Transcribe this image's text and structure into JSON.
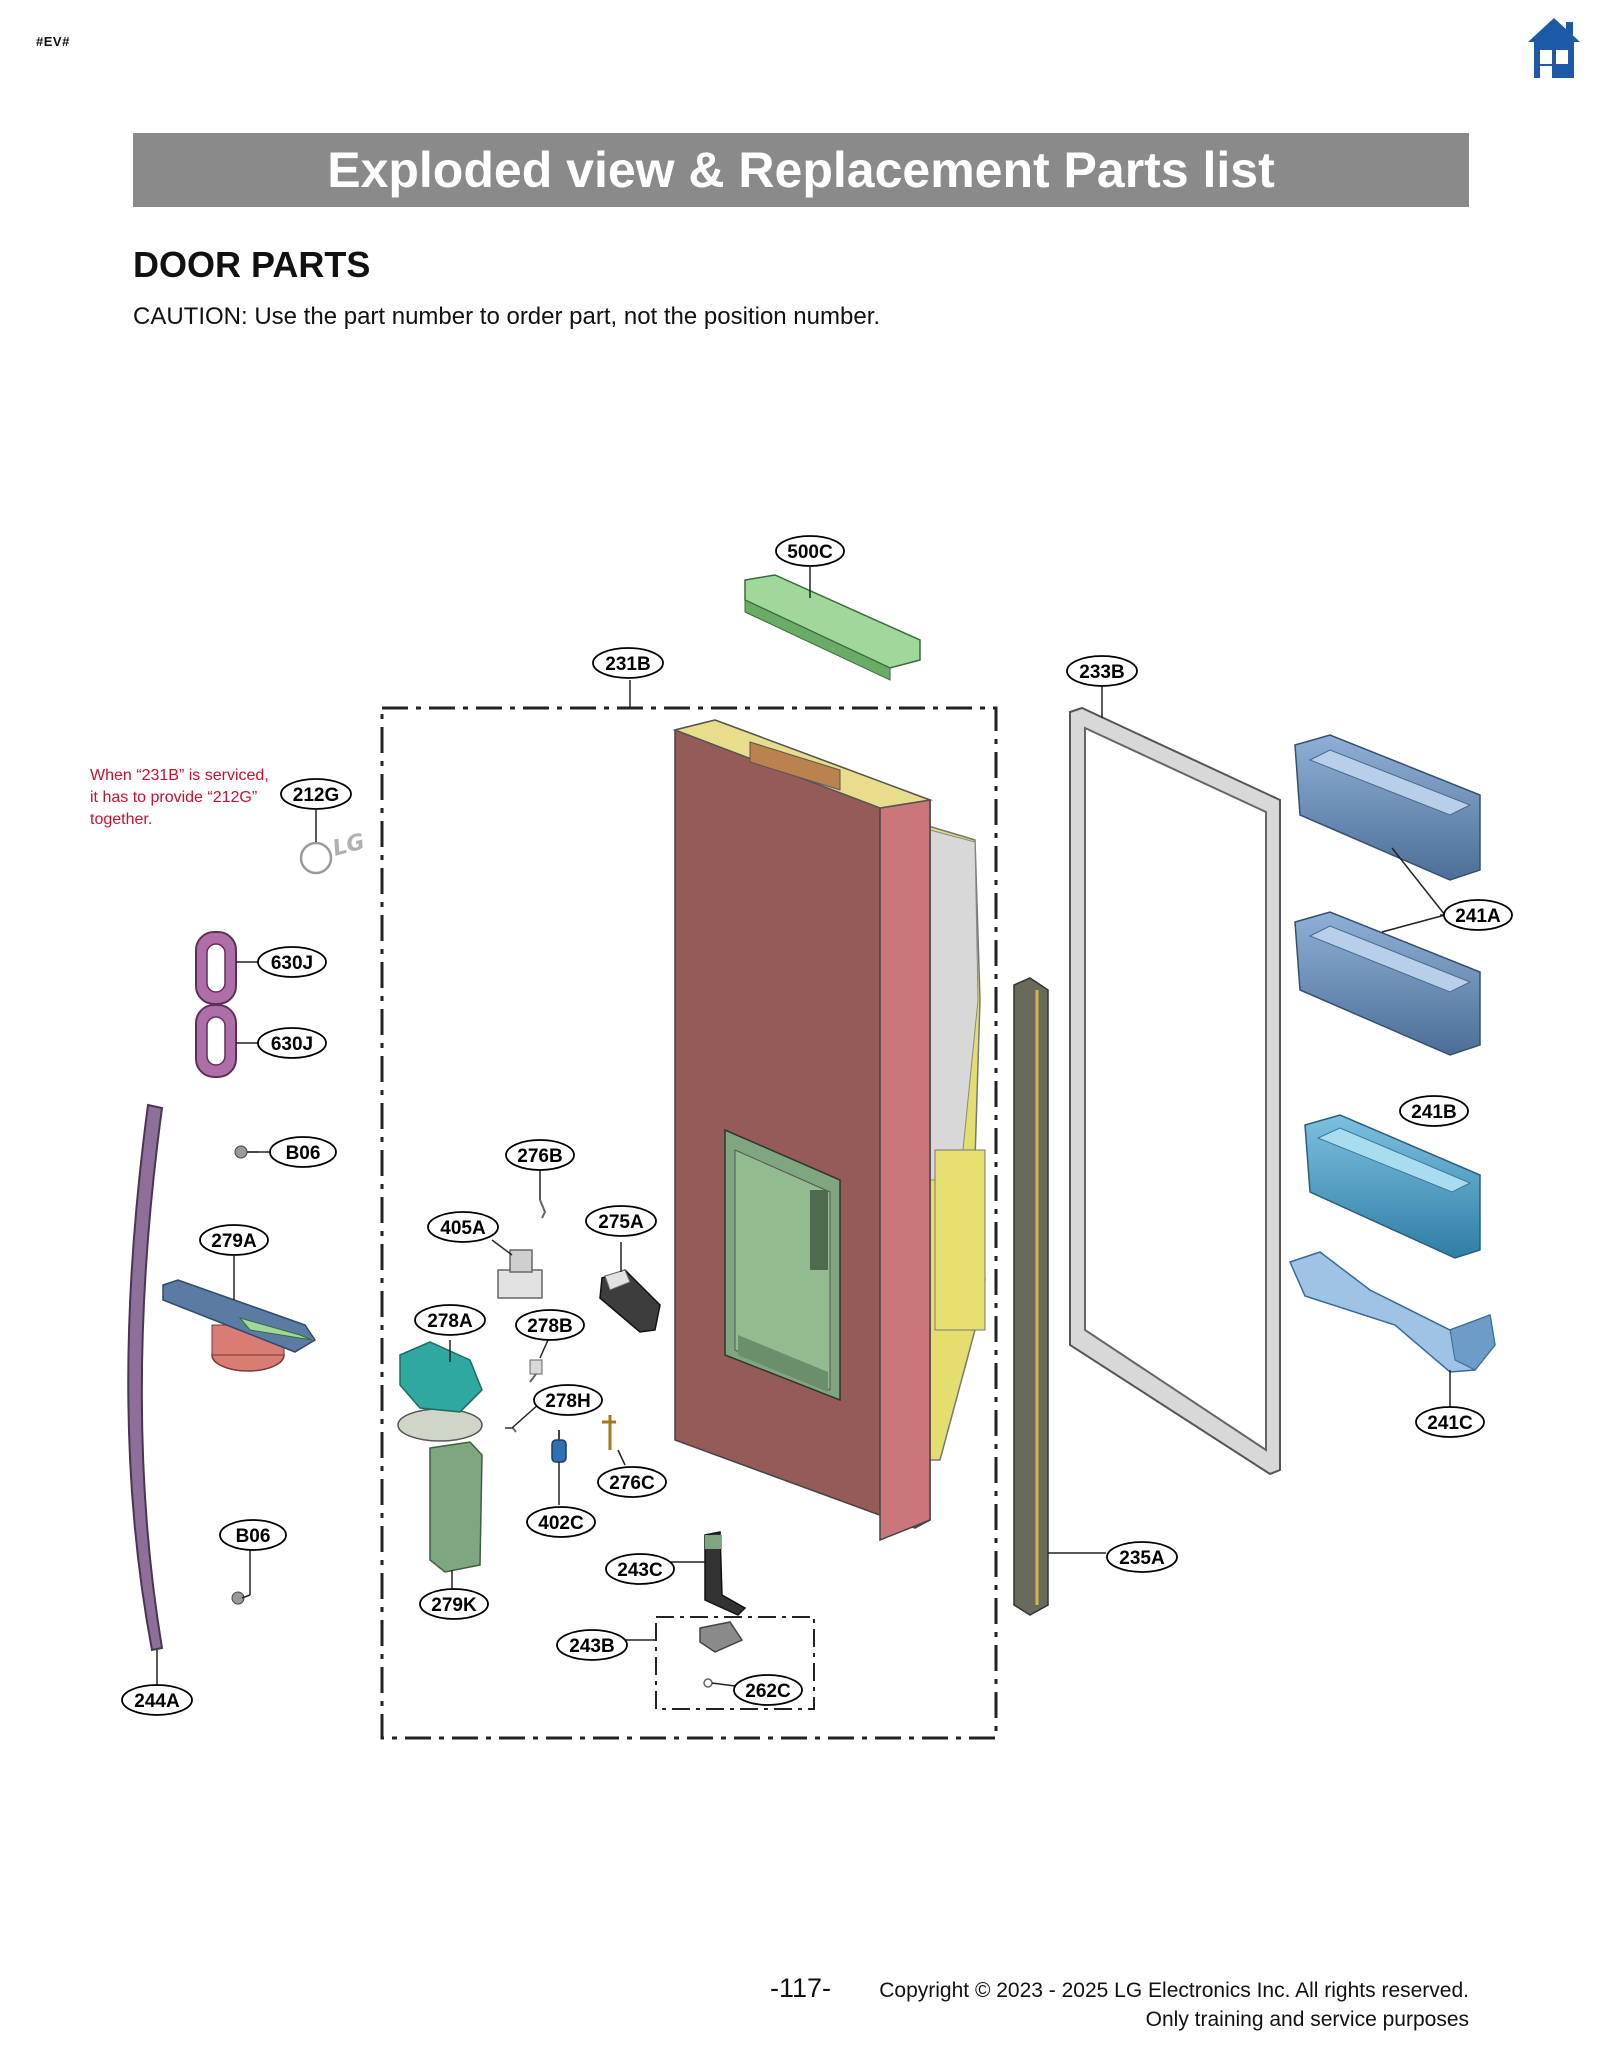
{
  "header": {
    "tag": "#EV#",
    "home_icon": "home-icon",
    "title": "Exploded view & Replacement Parts list"
  },
  "section": {
    "heading": "DOOR PARTS",
    "caution": "CAUTION: Use the part number to order part, not the position number."
  },
  "note": {
    "lines": [
      "When “231B” is serviced,",
      "it has to provide “212G”",
      "together."
    ],
    "color": "#c8102e"
  },
  "callouts": {
    "p500C": "500C",
    "p231B": "231B",
    "p233B": "233B",
    "p212G": "212G",
    "p630J_1": "630J",
    "p630J_2": "630J",
    "p241A": "241A",
    "p241B": "241B",
    "p241C": "241C",
    "pB06_1": "B06",
    "p276B": "276B",
    "p279A": "279A",
    "p405A": "405A",
    "p275A": "275A",
    "p278A": "278A",
    "p278B": "278B",
    "p278H": "278H",
    "p276C": "276C",
    "p402C": "402C",
    "pB06_2": "B06",
    "p279K": "279K",
    "p243C": "243C",
    "p235A": "235A",
    "p243B": "243B",
    "p262C": "262C",
    "p244A": "244A"
  },
  "logo_text": "LG",
  "footer": {
    "page": "-117-",
    "copyright": "Copyright © 2023 - 2025 LG Electronics Inc. All rights reserved.",
    "purpose": "Only training and service purposes"
  },
  "colors": {
    "banner": "#8a8a8a",
    "door_outer": "#955b58",
    "door_edge": "#c9777a",
    "door_liner": "#e3de6d",
    "dispenser": "#7fa77f",
    "basket": "#5b7ba3",
    "basket_light": "#4f8fb0",
    "gasket": "#d8d8d8",
    "handle": "#8e6f99",
    "home_icon": "#1c5aa8"
  }
}
